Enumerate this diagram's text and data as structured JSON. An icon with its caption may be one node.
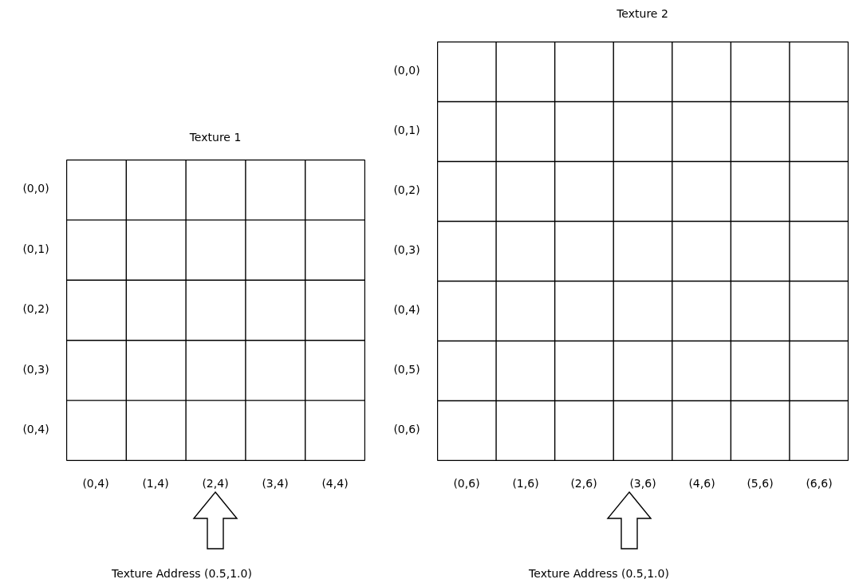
{
  "diagram": {
    "nodes": [
      {
        "text": [
          "Texture 1"
        ]
      },
      {
        "text": [
          "(2,4)"
        ]
      },
      {
        "text": [
          "Texture Address (0.5,1.0)"
        ]
      },
      {
        "text": [
          "Texture 2"
        ]
      },
      {
        "text": [
          "(3,6)"
        ]
      },
      {
        "text": [
          "Texture Address (0.5,1.0)"
        ]
      }
    ],
    "edges": [
      {
        "from": 2,
        "to": 1,
        "arrow": "to"
      },
      {
        "from": 5,
        "to": 4,
        "arrow": "to"
      }
    ],
    "labels": [
      "(0,0)",
      "(0,1)",
      "(0,2)",
      "(0,3)",
      "(0,4)",
      "(0,4)",
      "(1,4)",
      "(3,4)",
      "(4,4)",
      "(0,0)",
      "(0,1)",
      "(0,2)",
      "(0,3)",
      "(0,4)",
      "(0,5)",
      "(0,6)",
      "(0,6)",
      "(1,6)",
      "(2,6)",
      "(4,6)",
      "(5,6)",
      "(6,6)"
    ]
  }
}
